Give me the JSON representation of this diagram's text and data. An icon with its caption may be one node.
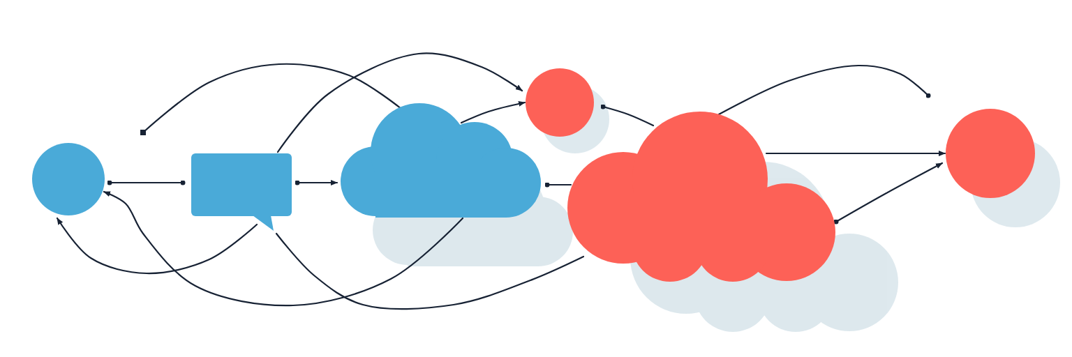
{
  "diagram": {
    "nodes": [
      {
        "text": [],
        "shape": "circle"
      },
      {
        "text": [],
        "shape": "callout"
      },
      {
        "text": [],
        "shape": "cloud"
      },
      {
        "text": [],
        "shape": "circle"
      },
      {
        "text": [],
        "shape": "cloud"
      },
      {
        "text": [],
        "shape": "circle"
      }
    ],
    "edges": [
      {
        "from": 0,
        "to": 1,
        "arrow": "other"
      },
      {
        "from": 1,
        "to": 2,
        "arrow": "to"
      },
      {
        "from": 1,
        "to": 3,
        "arrow": "to"
      },
      {
        "from": 2,
        "to": null,
        "arrow": "other"
      },
      {
        "from": 2,
        "to": 3,
        "arrow": "to"
      },
      {
        "from": 3,
        "to": 4,
        "arrow": "other"
      },
      {
        "from": 4,
        "to": 2,
        "arrow": "other"
      },
      {
        "from": 4,
        "to": null,
        "arrow": "other"
      },
      {
        "from": 4,
        "to": 5,
        "arrow": "to"
      },
      {
        "from": 4,
        "to": 5,
        "arrow": "to"
      },
      {
        "from": 1,
        "to": 0,
        "arrow": "to"
      },
      {
        "from": 2,
        "to": 0,
        "arrow": "to"
      },
      {
        "from": 1,
        "to": 4,
        "arrow": "none"
      }
    ]
  }
}
